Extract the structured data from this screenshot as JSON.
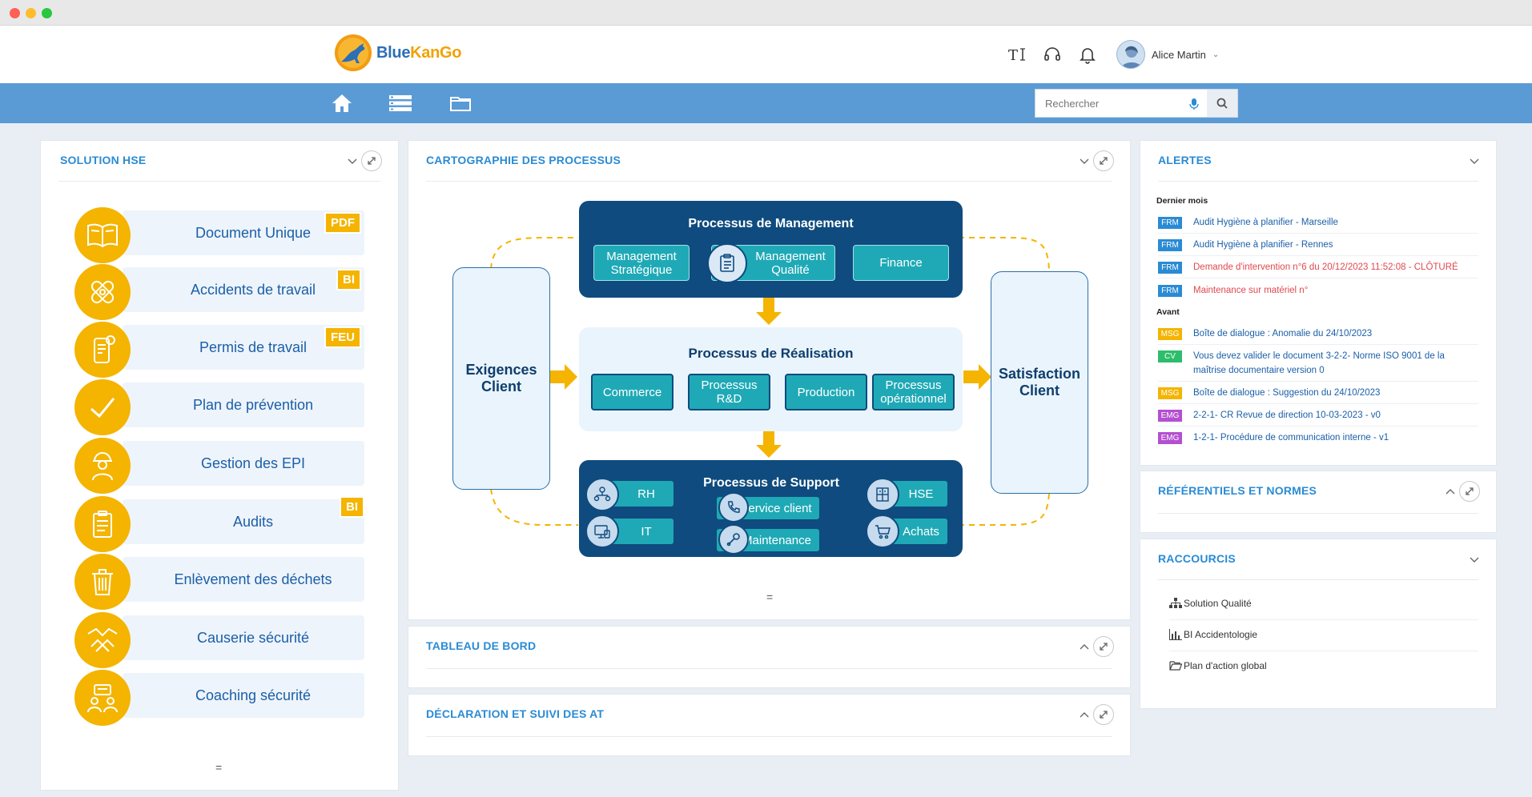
{
  "window": {
    "traffic_lights": [
      "#ff5f57",
      "#febc2e",
      "#28c840"
    ]
  },
  "brand": {
    "part1": "Blue",
    "part2": "KanGo"
  },
  "header": {
    "font_icon": "text-size-icon",
    "headset_icon": "headset-icon",
    "bell_icon": "bell-icon",
    "user_name": "Alice Martin"
  },
  "nav": {
    "home_icon": "home-icon",
    "list_icon": "list-icon",
    "folder_icon": "folder-icon"
  },
  "search": {
    "placeholder": "Rechercher",
    "mic_icon": "mic-icon",
    "search_icon": "search-icon"
  },
  "colors": {
    "accent_blue": "#2a8bd4",
    "nav_blue": "#5b9bd5",
    "yellow": "#f4b400",
    "dark_navy": "#0f4b7e",
    "teal": "#1fa9b6",
    "red_alert": "#e0484f"
  },
  "hse": {
    "title": "SOLUTION HSE",
    "items": [
      {
        "label": "Document Unique",
        "badge": "PDF",
        "icon": "book-icon"
      },
      {
        "label": "Accidents de travail",
        "badge": "BI",
        "icon": "bandage-icon"
      },
      {
        "label": "Permis de travail",
        "badge": "FEU",
        "icon": "mobile-permit-icon"
      },
      {
        "label": "Plan de prévention",
        "badge": "",
        "icon": "check-icon"
      },
      {
        "label": "Gestion des EPI",
        "badge": "",
        "icon": "worker-helmet-icon"
      },
      {
        "label": "Audits",
        "badge": "BI",
        "icon": "clipboard-icon"
      },
      {
        "label": "Enlèvement des déchets",
        "badge": "",
        "icon": "trash-icon"
      },
      {
        "label": "Causerie sécurité",
        "badge": "",
        "icon": "handshake-icon"
      },
      {
        "label": "Coaching sécurité",
        "badge": "",
        "icon": "coaching-icon"
      }
    ],
    "footer_mark": "="
  },
  "carto": {
    "title": "CARTOGRAPHIE DES PROCESSUS",
    "exigences": "Exigences Client",
    "satisfaction": "Satisfaction Client",
    "management": {
      "title": "Processus de Management",
      "items": [
        "Management Stratégique",
        "Management Qualité",
        "Finance"
      ]
    },
    "realisation": {
      "title": "Processus de Réalisation",
      "items": [
        "Commerce",
        "Processus R&D",
        "Production",
        "Processus opérationnel"
      ]
    },
    "support": {
      "title": "Processus de Support",
      "rh": "RH",
      "it": "IT",
      "service": "Service client",
      "maintenance": "Maintenance",
      "hse": "HSE",
      "achats": "Achats"
    },
    "footer_mark": "="
  },
  "tableau": {
    "title": "TABLEAU DE BORD"
  },
  "declaration": {
    "title": "DÉCLARATION ET SUIVI DES AT"
  },
  "alertes": {
    "title": "ALERTES",
    "section1": "Dernier mois",
    "section2": "Avant",
    "recent": [
      {
        "tag": "FRM",
        "text": "Audit Hygiène à planifier - Marseille",
        "color": "#2a8bd4",
        "text_color": "#1a5fa8"
      },
      {
        "tag": "FRM",
        "text": "Audit Hygiène à planifier - Rennes",
        "color": "#2a8bd4",
        "text_color": "#1a5fa8"
      },
      {
        "tag": "FRM",
        "text": "Demande d'intervention n°6 du 20/12/2023 11:52:08 - CLÔTURÉ",
        "color": "#2a8bd4",
        "text_color": "#e0484f"
      },
      {
        "tag": "FRM",
        "text": "Maintenance sur matériel n°",
        "color": "#2a8bd4",
        "text_color": "#e0484f"
      }
    ],
    "older": [
      {
        "tag": "MSG",
        "text": "Boîte de dialogue : Anomalie du 24/10/2023",
        "color": "#f4b400",
        "text_color": "#1a5fa8"
      },
      {
        "tag": "CV",
        "text": "Vous devez valider le document 3-2-2- Norme ISO 9001 de la maîtrise documentaire version 0",
        "color": "#2ebd6b",
        "text_color": "#1a5fa8"
      },
      {
        "tag": "MSG",
        "text": "Boîte de dialogue : Suggestion du 24/10/2023",
        "color": "#f4b400",
        "text_color": "#1a5fa8"
      },
      {
        "tag": "EMG",
        "text": "2-2-1- CR Revue de direction 10-03-2023 - v0",
        "color": "#b44fd1",
        "text_color": "#1a5fa8"
      },
      {
        "tag": "EMG",
        "text": "1-2-1- Procédure de communication interne - v1",
        "color": "#b44fd1",
        "text_color": "#1a5fa8"
      }
    ]
  },
  "referentiels": {
    "title": "RÉFÉRENTIELS ET NORMES"
  },
  "raccourcis": {
    "title": "RACCOURCIS",
    "items": [
      {
        "label": "Solution Qualité",
        "icon": "org-chart-icon"
      },
      {
        "label": "BI Accidentologie",
        "icon": "bar-chart-icon"
      },
      {
        "label": "Plan d'action global",
        "icon": "folder-open-icon"
      }
    ]
  }
}
